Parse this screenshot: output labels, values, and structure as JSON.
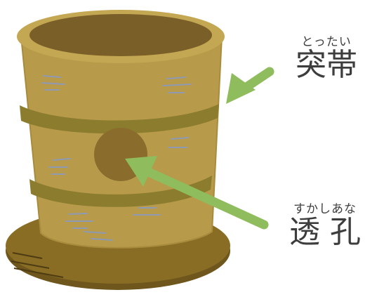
{
  "labels": {
    "band": {
      "reading": "とったい",
      "term": "突帯"
    },
    "hole": {
      "reading": "すかしあな",
      "term": "透 孔"
    }
  },
  "colors": {
    "body": "#b79a4a",
    "rim_top": "#c4a752",
    "opening": "#7a5f28",
    "band": "#8c7c2e",
    "hole": "#8a6d2c",
    "base": "#8a6d24",
    "arrow": "#8fbc5c",
    "stripe": "#8e9ab4"
  }
}
